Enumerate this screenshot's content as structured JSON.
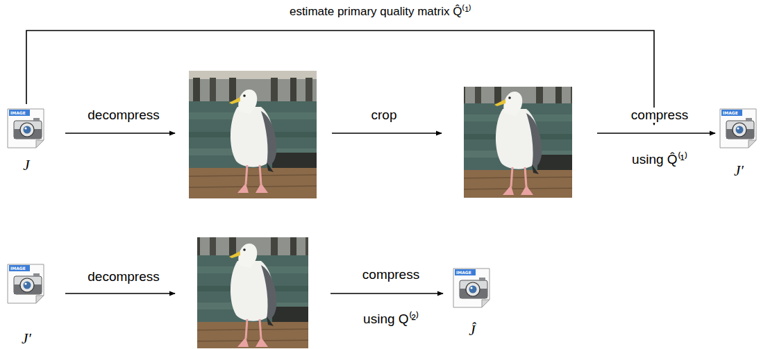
{
  "diagram": {
    "nodes": [
      {
        "text": [
          "IMAGE",
          "J"
        ]
      },
      {
        "text": [
          "IMAGE",
          "J′"
        ]
      },
      {
        "text": [
          "IMAGE",
          "J′"
        ]
      },
      {
        "text": [
          "IMAGE",
          "Ĵ"
        ]
      }
    ],
    "labels": [
      "estimate primary quality matrix Q̂⁽¹⁾",
      "decompress",
      "crop",
      "compress",
      "using Q̂⁽¹⁾",
      "decompress",
      "compress",
      "using Q⁽²⁾"
    ]
  }
}
